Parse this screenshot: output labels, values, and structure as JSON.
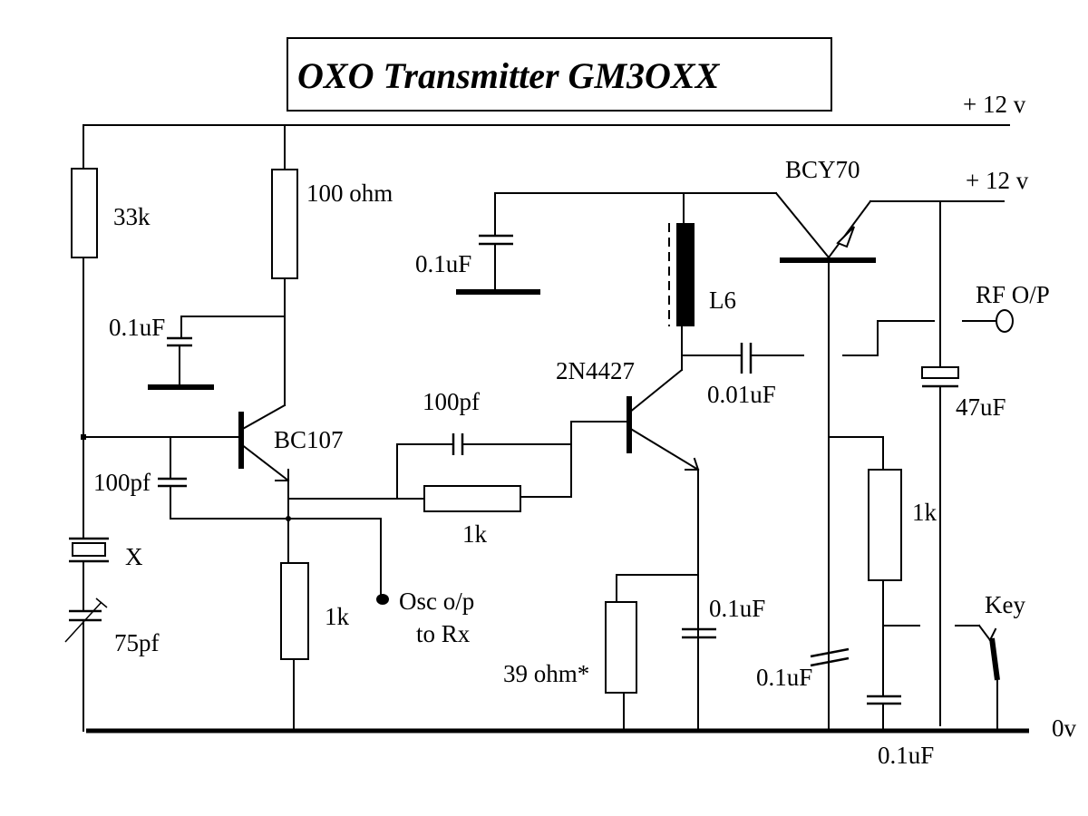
{
  "title": "OXO Transmitter  GM3OXX",
  "rails": {
    "supply_main": "+ 12 v",
    "supply_pa": "+ 12 v",
    "ground": "0v"
  },
  "components": {
    "r_33k": "33k",
    "r_100ohm": "100 ohm",
    "c_decouple": "0.1uF",
    "c_feedback": "100pf",
    "crystal": "X",
    "c_trim": "75pf",
    "q1": "BC107",
    "r_emitter": "1k",
    "osc_out_line1": "Osc o/p",
    "osc_out_line2": "to Rx",
    "c_coupling": "100pf",
    "r_base": "1k",
    "q2": "2N4427",
    "r_39": "39 ohm*",
    "c_q2_emitter": "0.1uF",
    "l6": "L6",
    "c_l6_decouple": "0.1uF",
    "c_output": "0.01uF",
    "q3": "BCY70",
    "rf_out": "RF O/P",
    "c_47": "47uF",
    "r_key_1k": "1k",
    "key": "Key",
    "c_bottom_left": "0.1uF",
    "c_bottom_right": "0.1uF"
  }
}
